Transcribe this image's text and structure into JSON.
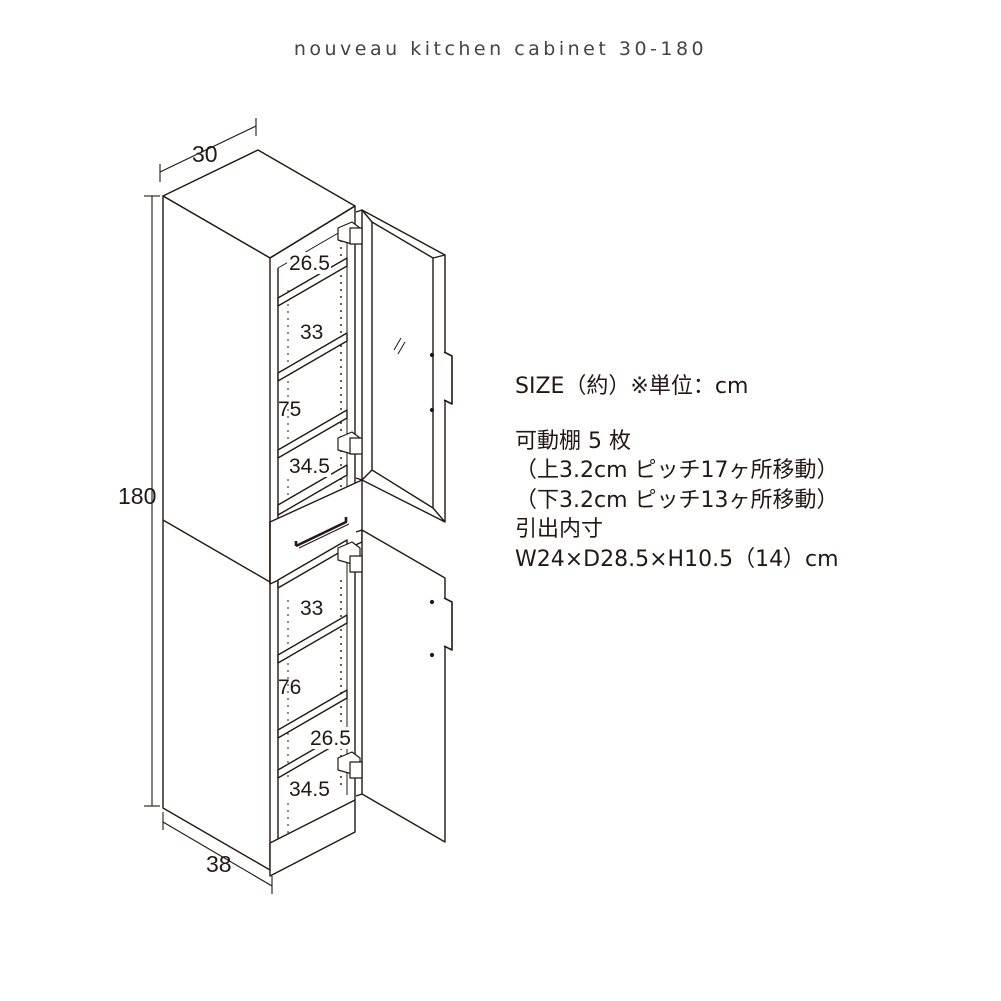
{
  "title": "nouveau kitchen cabinet 30-180",
  "dimensions": {
    "width": "30",
    "height": "180",
    "depth": "38",
    "upper_shelf_1": "26.5",
    "upper_shelf_2": "33",
    "upper_height": "75",
    "upper_shelf_3": "34.5",
    "lower_shelf_1": "33",
    "lower_height": "76",
    "lower_shelf_2": "26.5",
    "lower_shelf_3": "34.5"
  },
  "spec": {
    "size_label": "SIZE（約）※単位：cm",
    "shelves": "可動棚 5 枚",
    "upper_pitch": "（上3.2cm ピッチ17ヶ所移動）",
    "lower_pitch": "（下3.2cm ピッチ13ヶ所移動）",
    "drawer_label": "引出内寸",
    "drawer_size": "W24×D28.5×H10.5（14）cm"
  }
}
